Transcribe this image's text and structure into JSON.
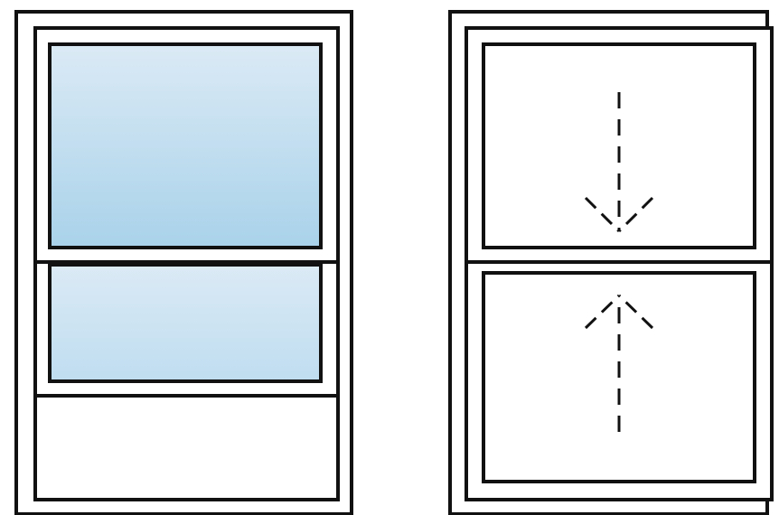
{
  "diagram": {
    "windows": [
      {
        "id": "open-window",
        "glass_top_color": "#dbeaf5",
        "glass_bottom_color": "#a9d2ea",
        "frame_color": "#111111",
        "fill_color": "#ffffff"
      },
      {
        "id": "operation-window",
        "frame_color": "#111111",
        "fill_color": "#ffffff",
        "arrow_style": "dashed"
      }
    ]
  }
}
